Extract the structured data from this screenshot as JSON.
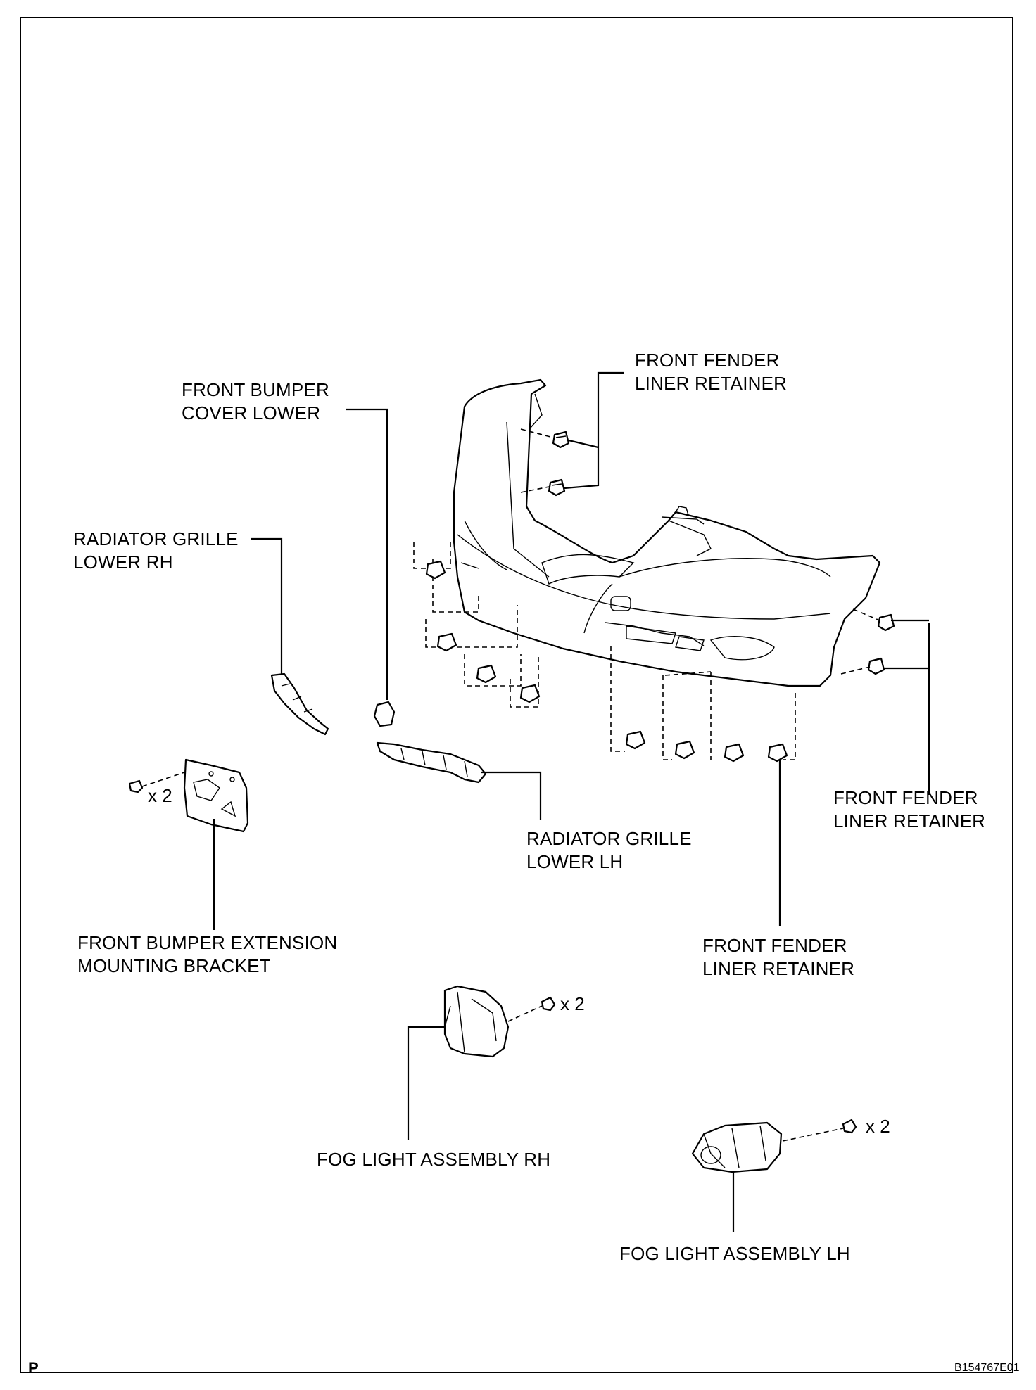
{
  "labels": {
    "front_bumper_cover_lower": [
      "FRONT BUMPER",
      "COVER LOWER"
    ],
    "radiator_grille_lower_rh": [
      "RADIATOR GRILLE",
      "LOWER RH"
    ],
    "front_fender_liner_retainer_top": [
      "FRONT FENDER",
      "LINER RETAINER"
    ],
    "front_fender_liner_retainer_right": [
      "FRONT FENDER",
      "LINER RETAINER"
    ],
    "front_fender_liner_retainer_bottom": [
      "FRONT FENDER",
      "LINER RETAINER"
    ],
    "radiator_grille_lower_lh": [
      "RADIATOR GRILLE",
      "LOWER LH"
    ],
    "front_bumper_extension_mounting_bracket": [
      "FRONT BUMPER EXTENSION",
      "MOUNTING BRACKET"
    ],
    "fog_light_assembly_rh": "FOG LIGHT ASSEMBLY RH",
    "fog_light_assembly_lh": "FOG LIGHT ASSEMBLY LH"
  },
  "quantities": {
    "bracket_bolts": "x 2",
    "fog_rh_bolts": "x 2",
    "fog_lh_bolts": "x 2"
  },
  "corner_mark": "P",
  "figure_id": "B154767E01"
}
